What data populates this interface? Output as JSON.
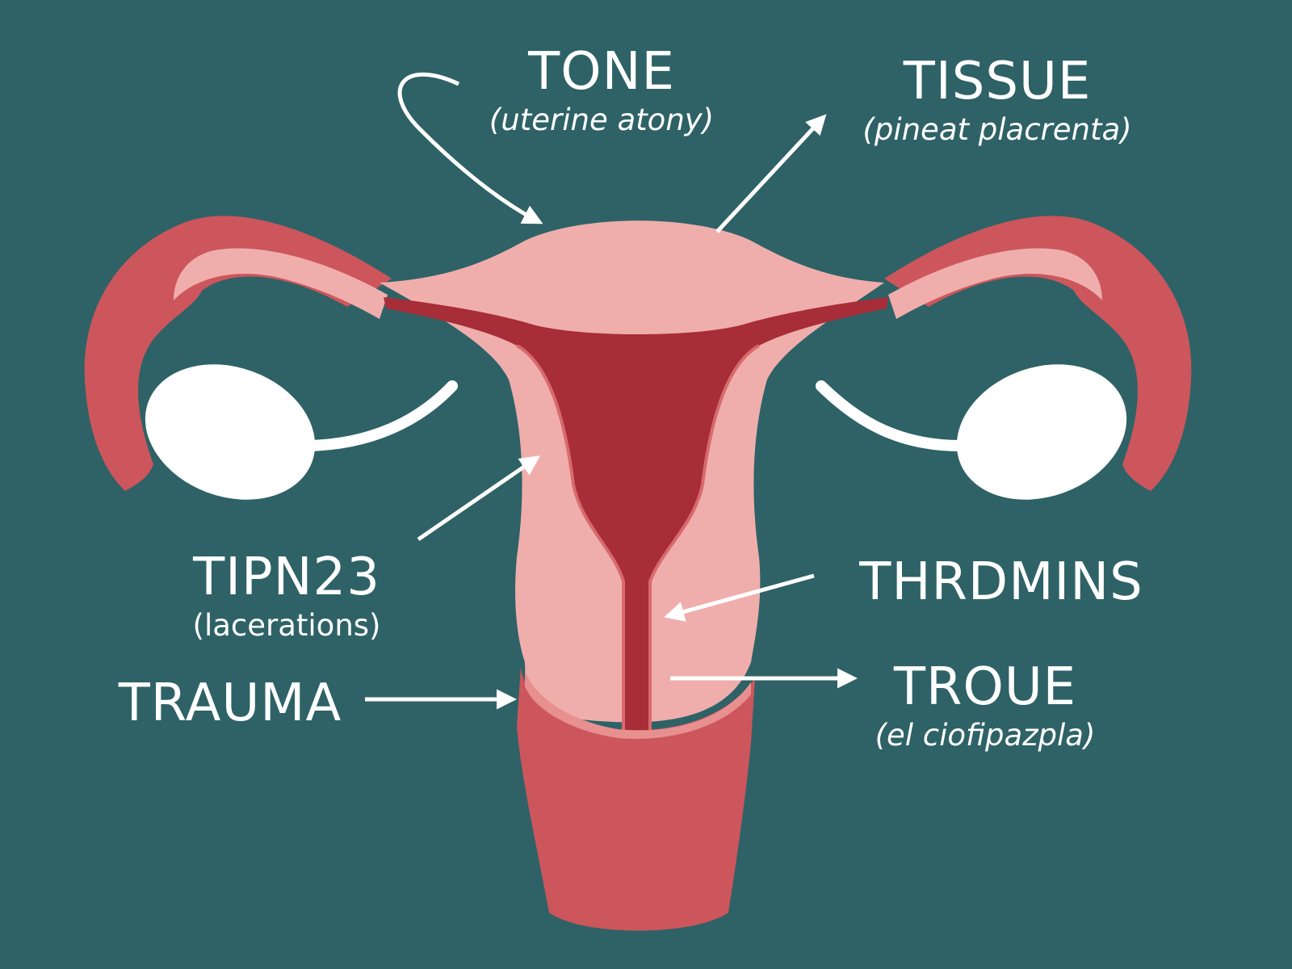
{
  "labels": {
    "tone": {
      "title": "TONE",
      "subtitle": "(uterine atony)"
    },
    "tissue": {
      "title": "TISSUE",
      "subtitle": "(pineat placrenta)"
    },
    "tipn": {
      "title": "TIPN23",
      "subtitle": "(lacerations)"
    },
    "trauma": {
      "title": "TRAUMA",
      "subtitle": ""
    },
    "thrdmins": {
      "title": "THRDMINS",
      "subtitle": ""
    },
    "troue": {
      "title": "TROUE",
      "subtitle": "(el ciofipazpla)"
    }
  },
  "colors": {
    "background": "#2e6266",
    "tube_red": "#cc565c",
    "uterus_pink": "#efaeac",
    "cavity_red": "#a72d38",
    "ovary_white": "#ffffff",
    "label_white": "#ffffff"
  }
}
